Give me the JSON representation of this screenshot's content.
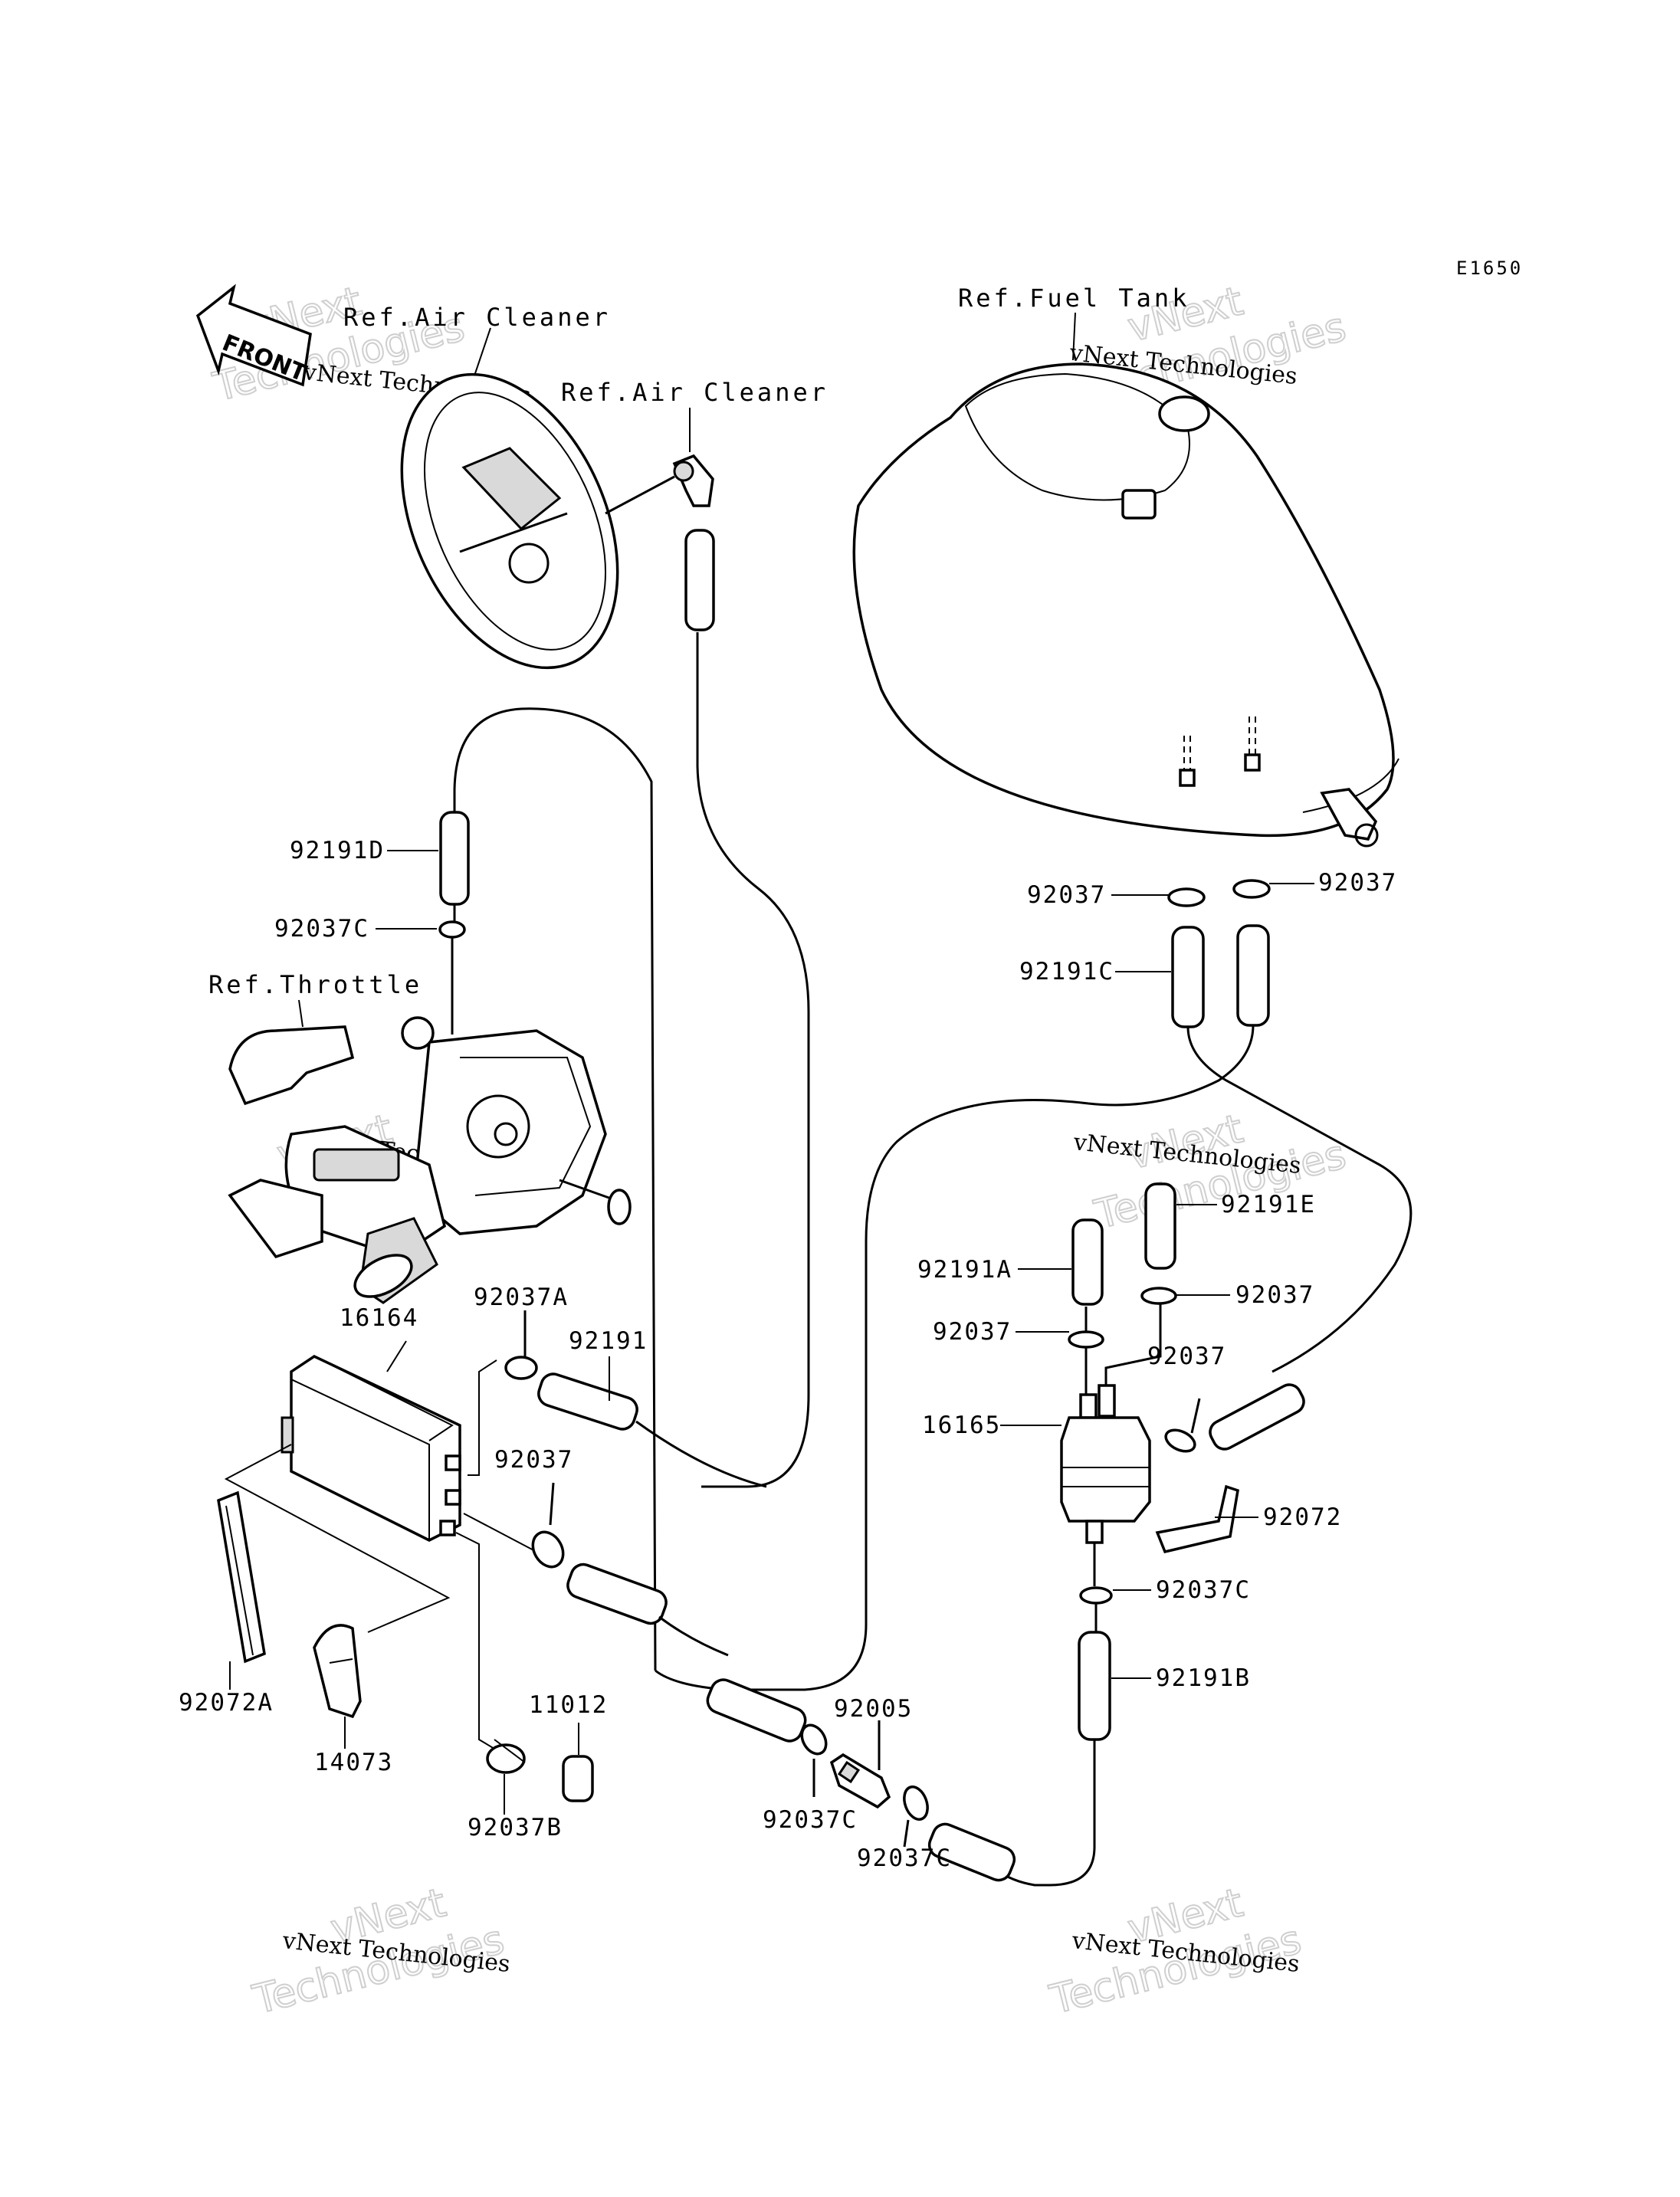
{
  "diagram_code": "E1650",
  "front_arrow_text": "FRONT",
  "references": {
    "air_cleaner_main": "Ref.Air Cleaner",
    "air_cleaner_fitting": "Ref.Air Cleaner",
    "fuel_tank": "Ref.Fuel Tank",
    "throttle": "Ref.Throttle"
  },
  "parts": {
    "p_92191D": "92191D",
    "p_92037C_top": "92037C",
    "p_92037_tank_left": "92037",
    "p_92037_tank_right": "92037",
    "p_92191C": "92191C",
    "p_92191E": "92191E",
    "p_92191A": "92191A",
    "p_92037_filter_a": "92037",
    "p_92037_filter_b": "92037",
    "p_92037_filter_side": "92037",
    "p_16165": "16165",
    "p_92072": "92072",
    "p_92037C_filter_bottom": "92037C",
    "p_92191B": "92191B",
    "p_92037A": "92037A",
    "p_16164": "16164",
    "p_92191": "92191",
    "p_92037_canister": "92037",
    "p_92072A": "92072A",
    "p_14073": "14073",
    "p_11012": "11012",
    "p_92037B": "92037B",
    "p_92005": "92005",
    "p_92037C_valve_left": "92037C",
    "p_92037C_valve_right": "92037C"
  },
  "watermark": {
    "company": "vNext Technologies",
    "word1": "vNext",
    "word2": "Technologies"
  }
}
